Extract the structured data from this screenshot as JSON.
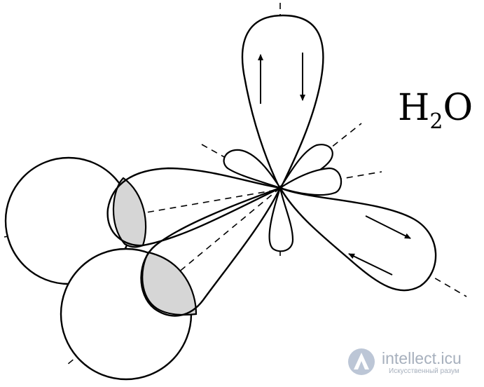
{
  "diagram": {
    "formula": {
      "base1": "H",
      "subscript": "2",
      "base2": "O"
    },
    "colors": {
      "stroke": "#000000",
      "overlap_fill": "#d6d6d6",
      "background": "#ffffff"
    },
    "electron_pairs": [
      {
        "lobe": "upper",
        "spins": [
          "up",
          "down"
        ]
      },
      {
        "lobe": "lower-right",
        "spins": [
          "right",
          "left"
        ]
      }
    ]
  },
  "watermark": {
    "text": "intellect.icu",
    "subtext": "Искусственный разум"
  }
}
